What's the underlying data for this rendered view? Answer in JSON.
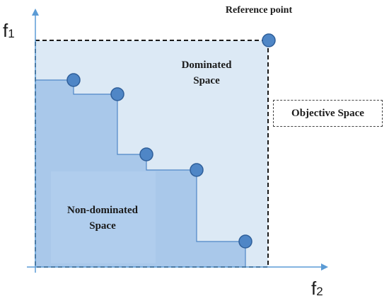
{
  "labels": {
    "reference_point": "Reference point",
    "dominated_line1": "Dominated",
    "dominated_line2": "Space",
    "non_dominated_line1": "Non-dominated",
    "non_dominated_line2": "Space",
    "objective_space": "Objective Space",
    "axis_y": "f",
    "axis_y_sub": "1",
    "axis_x": "f",
    "axis_x_sub": "2"
  },
  "colors": {
    "axis": "#5b9bd5",
    "dominated_fill": "#dce9f5",
    "non_dominated_fill": "#a9c8ea",
    "point_fill": "#4f86c6",
    "point_stroke": "#2f5f9a"
  }
}
